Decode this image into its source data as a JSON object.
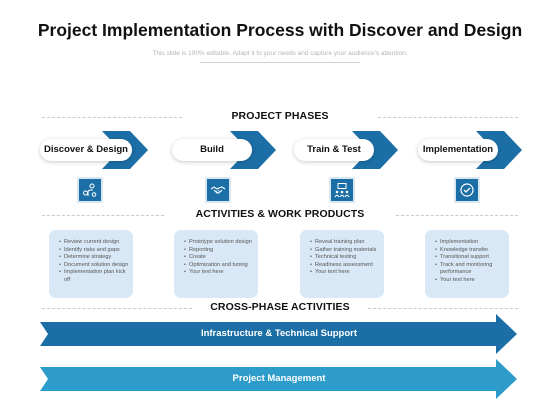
{
  "title": "Project Implementation Process with Discover and Design",
  "subtitle": "This slide is 100% editable. Adapt it to your needs and capture your audience's attention.",
  "sections": {
    "phases": "PROJECT PHASES",
    "activities": "ACTIVITIES & WORK PRODUCTS",
    "cross": "CROSS-PHASE ACTIVITIES"
  },
  "phases": [
    {
      "label": "Discover & Design",
      "icon": "person-gear-icon"
    },
    {
      "label": "Build",
      "icon": "handshake-icon"
    },
    {
      "label": "Train & Test",
      "icon": "team-training-icon"
    },
    {
      "label": "Implementation",
      "icon": "check-circle-icon"
    }
  ],
  "activities": [
    [
      "Review current design",
      "Identify risks and gaps",
      "Determine strategy",
      "Document solution design",
      "Implementation   plan kick off"
    ],
    [
      "Prototype solution design",
      "Reporting",
      "Create",
      "Optimization and tuning",
      "Your text here"
    ],
    [
      "Reveal training plan",
      "Gather training materials",
      "Technical testing",
      "Readiness assessment",
      "Your text here"
    ],
    [
      "Implementation",
      "Knowledge transfer",
      "Transitional support",
      "Track and monitoring performance",
      "Your text here"
    ]
  ],
  "cross_phase": [
    {
      "label": "Infrastructure & Technical Support"
    },
    {
      "label": "Project Management"
    }
  ],
  "colors": {
    "dark_blue": "#1b6fa6",
    "light_blue": "#2d9ccb",
    "card_bg": "#d9e8f6"
  }
}
